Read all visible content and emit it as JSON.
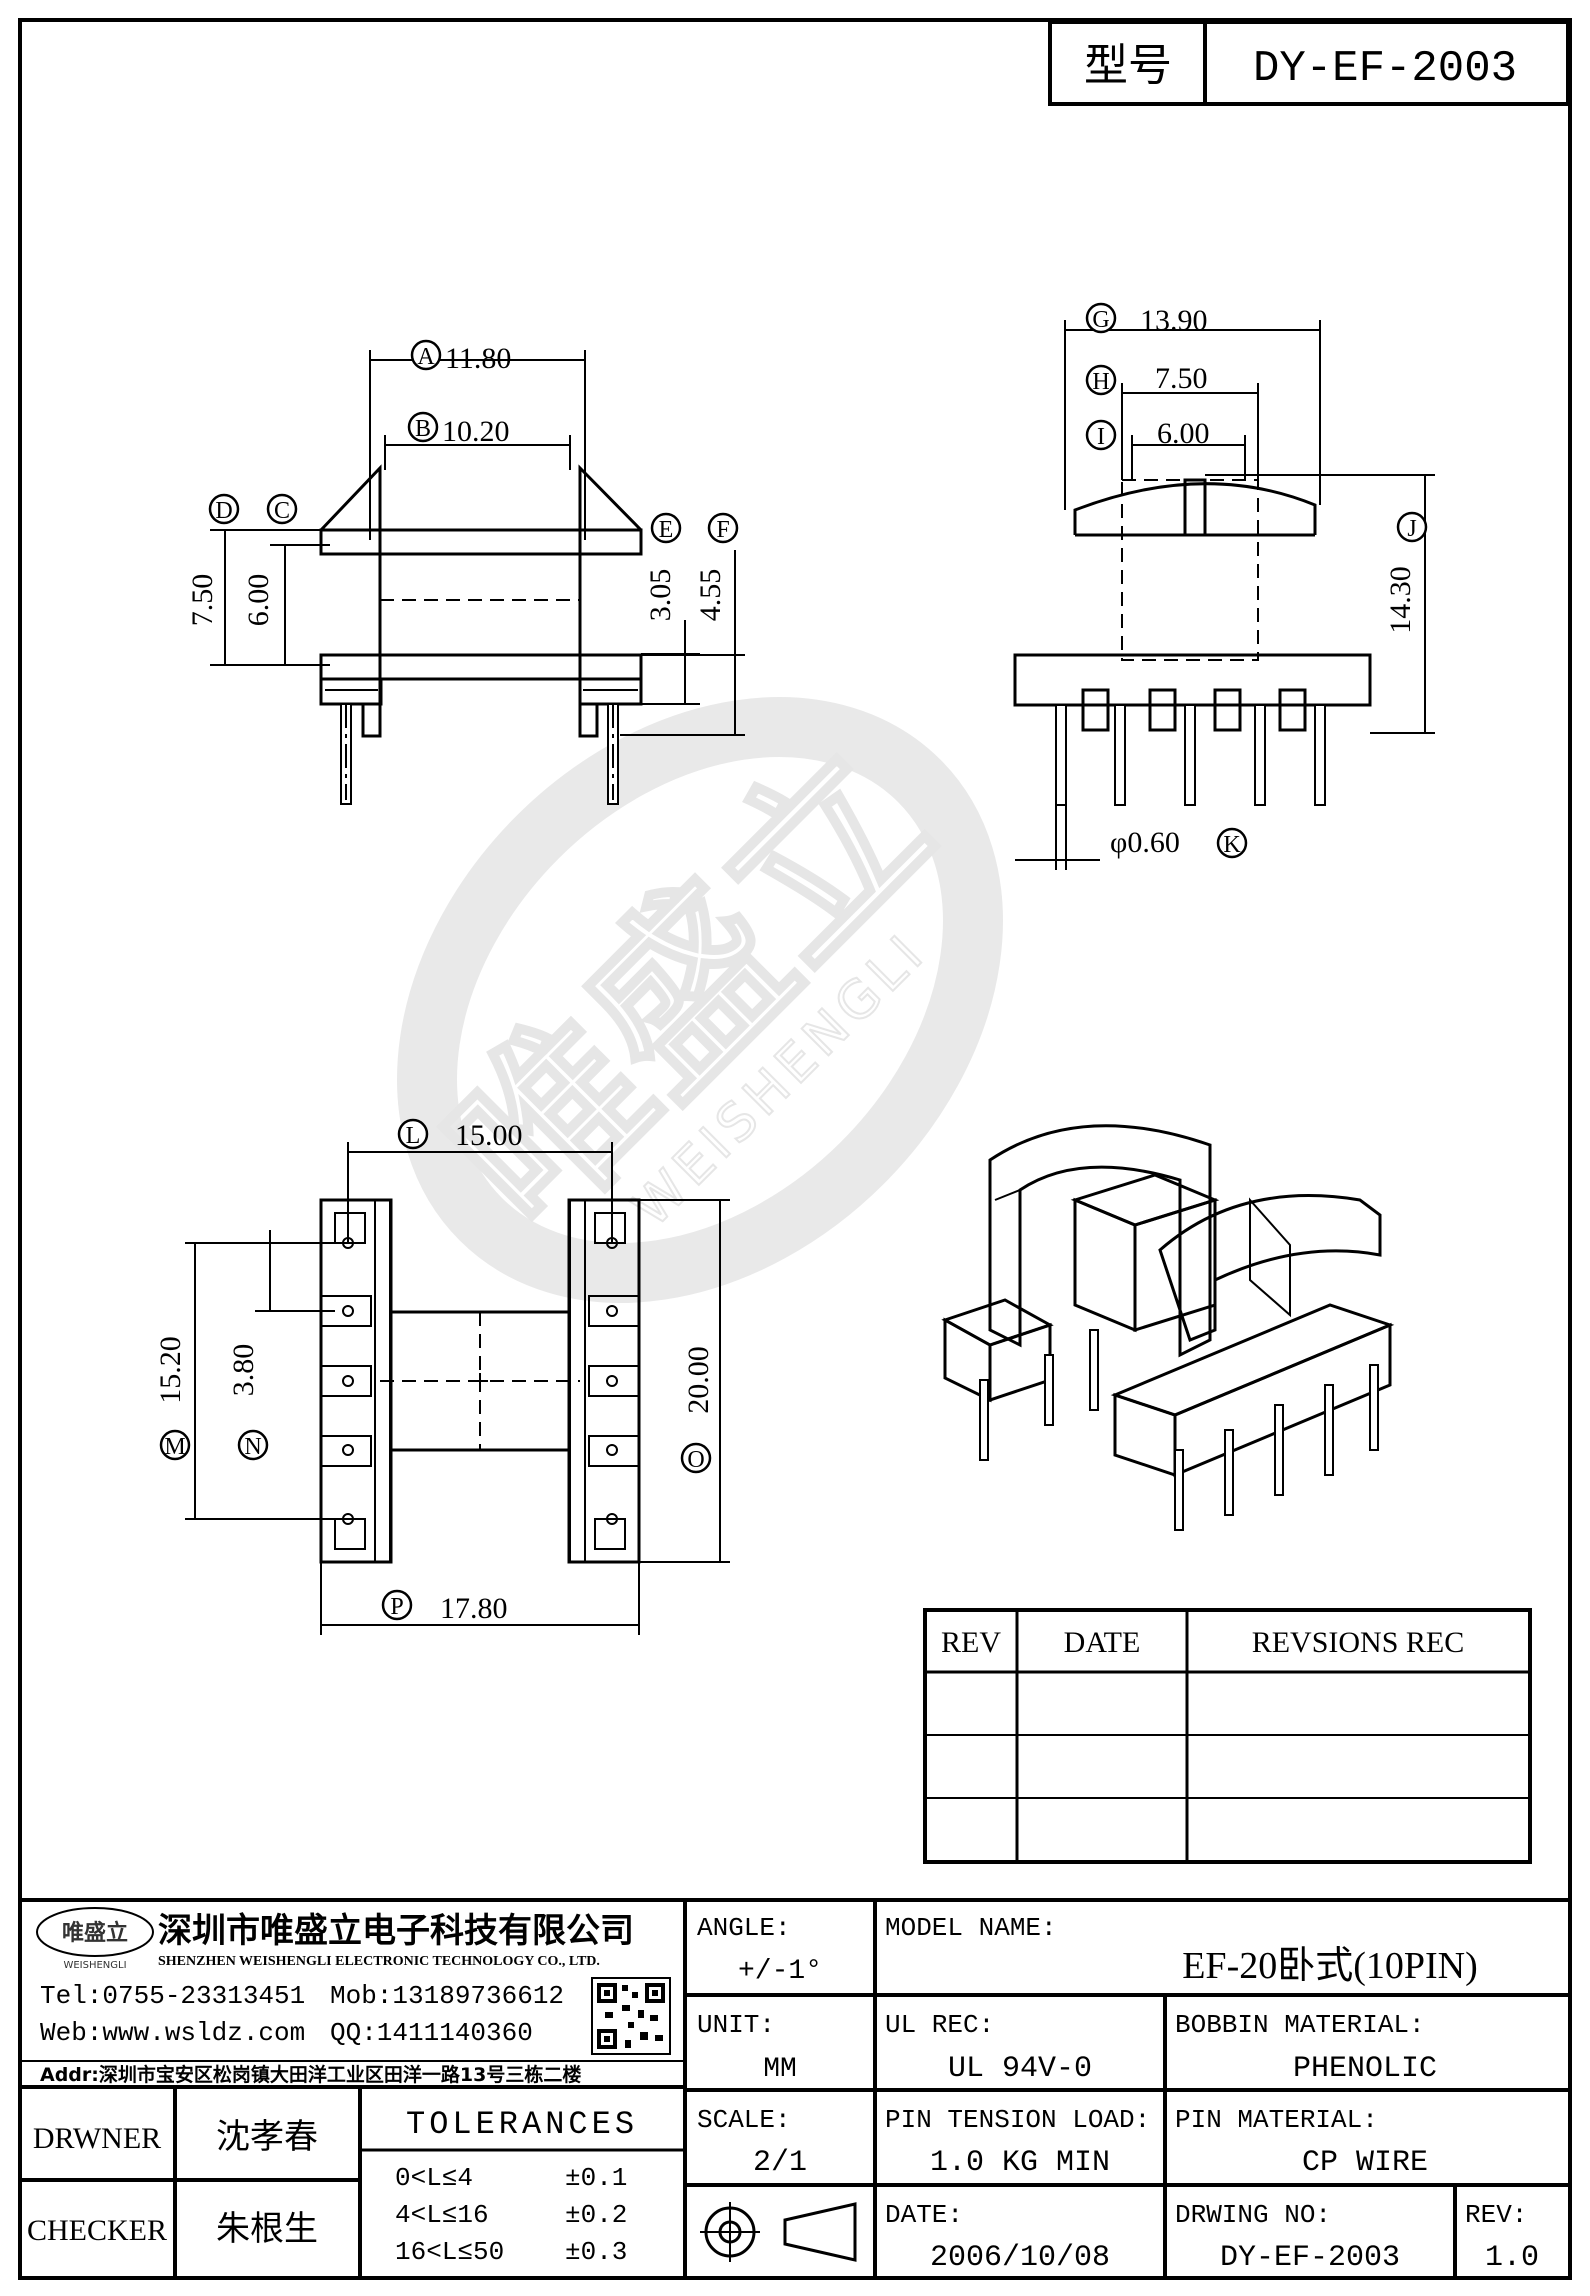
{
  "header": {
    "model_label": "型号",
    "model_value": "DY-EF-2003"
  },
  "dimensions": {
    "A": {
      "label": "A",
      "value": "11.80"
    },
    "B": {
      "label": "B",
      "value": "10.20"
    },
    "C": {
      "label": "C"
    },
    "D": {
      "label": "D",
      "value": "7.50"
    },
    "C_val": "6.00",
    "E": {
      "label": "E",
      "value": "3.05"
    },
    "F": {
      "label": "F",
      "value": "4.55"
    },
    "G": {
      "label": "G",
      "value": "13.90"
    },
    "H": {
      "label": "H",
      "value": "7.50"
    },
    "I": {
      "label": "I",
      "value": "6.00"
    },
    "J": {
      "label": "J",
      "value": "14.30"
    },
    "K": {
      "label": "K",
      "value": "φ0.60"
    },
    "L": {
      "label": "L",
      "value": "15.00"
    },
    "M": {
      "label": "M",
      "value": "15.20"
    },
    "N": {
      "label": "N",
      "value": "3.80"
    },
    "O": {
      "label": "O",
      "value": "20.00"
    },
    "P": {
      "label": "P",
      "value": "17.80"
    }
  },
  "watermark": {
    "text": "唯盛立",
    "sub": "WEISHENGLI"
  },
  "revisions": {
    "headers": [
      "REV",
      "DATE",
      "REVSIONS REC"
    ],
    "rows": 3
  },
  "company": {
    "logo_text": "唯盛立",
    "logo_sub": "WEISHENGLI",
    "name_cn": "深圳市唯盛立电子科技有限公司",
    "name_en": "SHENZHEN WEISHENGLI ELECTRONIC TECHNOLOGY CO., LTD.",
    "tel": "Tel:0755-23313451",
    "mob": "Mob:13189736612",
    "web": "Web:www.wsldz.com",
    "qq": "QQ:1411140360",
    "addr": "Addr:深圳市宝安区松岗镇大田洋工业区田洋一路13号三栋二楼"
  },
  "title_block": {
    "angle_label": "ANGLE:",
    "angle_value": "+/-1°",
    "model_name_label": "MODEL NAME:",
    "model_name_value": "EF-20卧式(10PIN)",
    "unit_label": "UNIT:",
    "unit_value": "MM",
    "ul_rec_label": "UL REC:",
    "ul_rec_value": "UL 94V-0",
    "bobbin_label": "BOBBIN MATERIAL:",
    "bobbin_value": "PHENOLIC",
    "scale_label": "SCALE:",
    "scale_value": "2/1",
    "pin_tension_label": "PIN TENSION LOAD:",
    "pin_tension_value": "1.0 KG MIN",
    "pin_material_label": "PIN MATERIAL:",
    "pin_material_value": "CP WIRE",
    "date_label": "DATE:",
    "date_value": "2006/10/08",
    "drwing_no_label": "DRWING NO:",
    "drwing_no_value": "DY-EF-2003",
    "rev_label": "REV:",
    "rev_value": "1.0",
    "drawer_label": "DRWNER",
    "drawer_value": "沈孝春",
    "checker_label": "CHECKER",
    "checker_value": "朱根生",
    "tolerances_title": "TOLERANCES",
    "tolerances": [
      {
        "range": "0<L≤4",
        "value": "±0.1"
      },
      {
        "range": "4<L≤16",
        "value": "±0.2"
      },
      {
        "range": "16<L≤50",
        "value": "±0.3"
      }
    ]
  }
}
